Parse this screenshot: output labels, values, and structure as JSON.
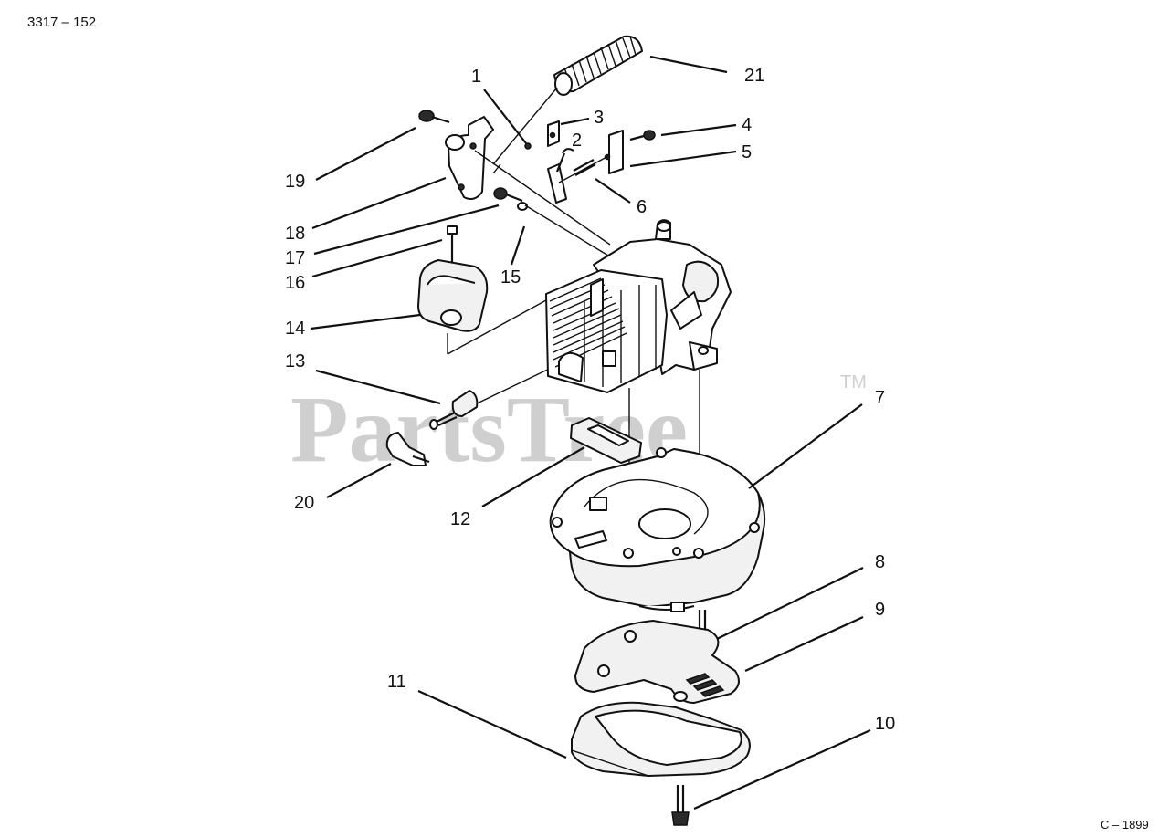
{
  "diagram": {
    "figure_code": "3317 – 152",
    "drawing_ref": "C – 1899",
    "watermark": "PartsTree",
    "trademark": "TM",
    "callouts": {
      "c1": "1",
      "c2": "2",
      "c3": "3",
      "c4": "4",
      "c5": "5",
      "c6": "6",
      "c7": "7",
      "c8": "8",
      "c9": "9",
      "c10": "10",
      "c11": "11",
      "c12": "12",
      "c13": "13",
      "c14": "14",
      "c15": "15",
      "c16": "16",
      "c17": "17",
      "c18": "18",
      "c19": "19",
      "c20": "20",
      "c21": "21"
    }
  },
  "colors": {
    "line": "#111111",
    "watermark": "#c8c8c8",
    "paper": "#ffffff"
  }
}
